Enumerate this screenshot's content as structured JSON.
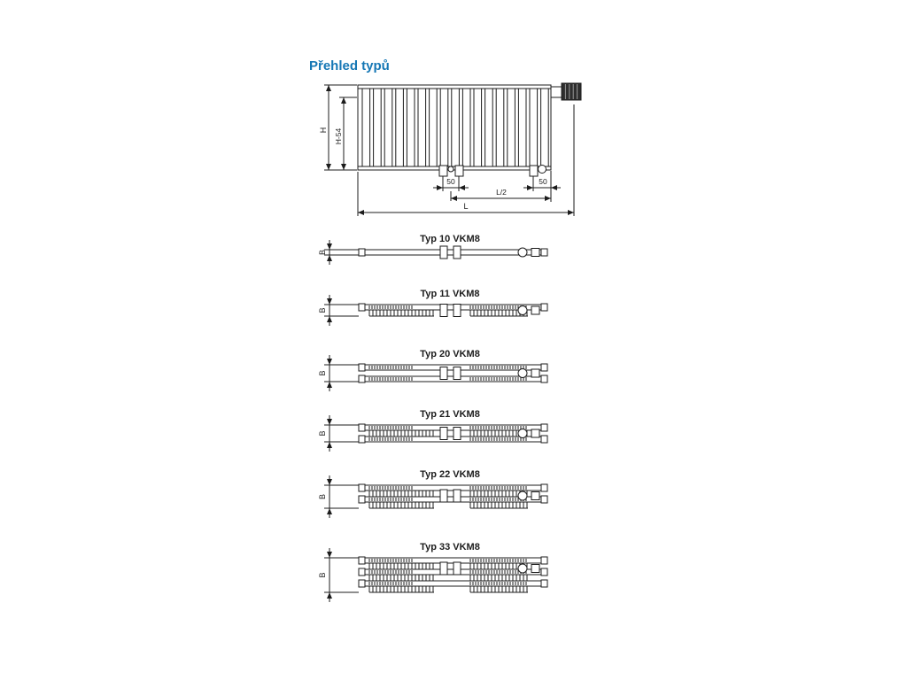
{
  "title": "Přehled typů",
  "colors": {
    "title": "#1577b5",
    "line": "#1c1c1c",
    "background": "#ffffff"
  },
  "front_view": {
    "dims": {
      "h": "H",
      "h54": "H-54",
      "d50_left": "50",
      "l2": "L/2",
      "d50_right": "50",
      "l": "L"
    }
  },
  "sections": [
    {
      "label": "Typ 10 VKM8",
      "dim_b": "B",
      "panels": 1,
      "convectors": 0
    },
    {
      "label": "Typ 11 VKM8",
      "dim_b": "B",
      "panels": 1,
      "convectors": 1
    },
    {
      "label": "Typ 20 VKM8",
      "dim_b": "B",
      "panels": 2,
      "convectors": 0
    },
    {
      "label": "Typ 21 VKM8",
      "dim_b": "B",
      "panels": 2,
      "convectors": 1
    },
    {
      "label": "Typ 22 VKM8",
      "dim_b": "B",
      "panels": 2,
      "convectors": 2
    },
    {
      "label": "Typ 33 VKM8",
      "dim_b": "B",
      "panels": 3,
      "convectors": 3
    }
  ]
}
